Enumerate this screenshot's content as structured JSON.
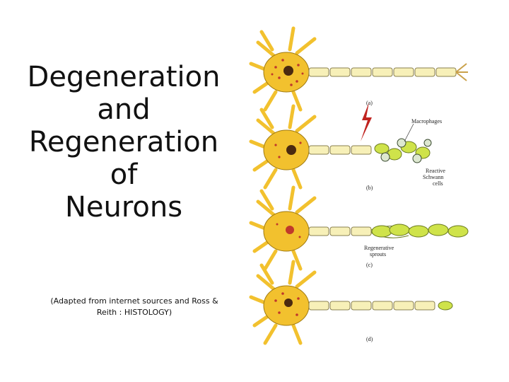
{
  "title": {
    "lines": [
      "Degeneration",
      "and",
      "Regeneration",
      "of",
      "Neurons"
    ]
  },
  "source_note": {
    "line1": "(Adapted from internet sources and Ross &",
    "line2": "Reith : HISTOLOGY)"
  },
  "diagram": {
    "panel_labels": [
      "(a)",
      "(b)",
      "(c)",
      "(d)"
    ],
    "annotations": {
      "macrophages": "Macrophages",
      "reactive_schwann": [
        "Reactive",
        "Schwann",
        "cells"
      ],
      "regenerative_sprouts": [
        "Regenerative",
        "sprouts"
      ]
    },
    "colors": {
      "cell_body": "#f2c12e",
      "cell_outline": "#a07a10",
      "nucleus": "#4a2a10",
      "nissl": "#c0392b",
      "myelin": "#f7f0b8",
      "myelin_outline": "#8a8050",
      "lesion": "#c0231f",
      "schwann_cell": "#cfe34a"
    }
  }
}
